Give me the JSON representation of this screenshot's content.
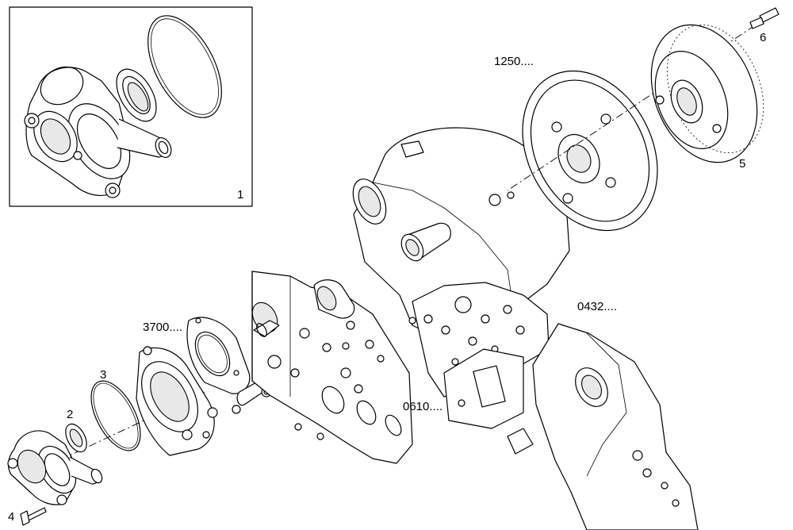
{
  "diagram": {
    "labels": {
      "item_1": "1",
      "item_2": "2",
      "item_3": "3",
      "item_4": "4",
      "item_5": "5",
      "item_6": "6",
      "ref_1250": "1250....",
      "ref_3700": "3700....",
      "ref_0432": "0432....",
      "ref_0610": "0610...."
    }
  }
}
